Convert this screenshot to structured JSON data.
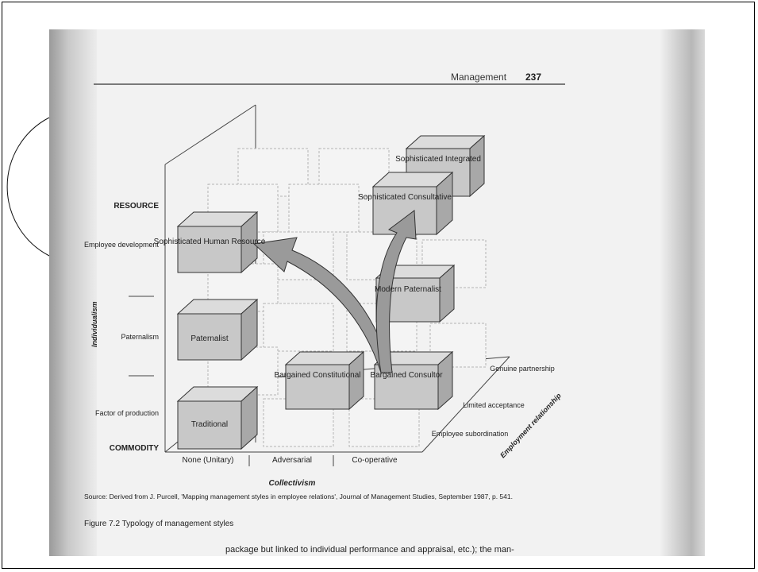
{
  "header": {
    "section": "Management",
    "page_number": "237"
  },
  "diagram": {
    "y_levels": {
      "top": "RESOURCE",
      "bottom": "COMMODITY",
      "items": [
        "Employee development",
        "Paternalism",
        "Factor of production"
      ]
    },
    "y_axis_label": "Individualism",
    "x_axis_label": "Collectivism",
    "x_categories": [
      "None (Unitary)",
      "Adversarial",
      "Co-operative"
    ],
    "depth_axis_label": "Employment relationship",
    "depth_categories": [
      "Employee subordination",
      "Limited acceptance",
      "Genuine partnership"
    ],
    "boxes": {
      "sophisticated_integrated": "Sophisticated Integrated",
      "sophisticated_consultative": "Sophisticated Consultative",
      "sophisticated_hr": "Sophisticated Human Resource",
      "modern_paternalist": "Modern Paternalist",
      "paternalist": "Paternalist",
      "bargained_constitutional": "Bargained Constitutional",
      "bargained_consultor": "Bargained Consultor",
      "traditional": "Traditional"
    }
  },
  "caption": {
    "source": "Source: Derived from J. Purcell, 'Mapping management styles in employee relations', Journal of Management Studies, September 1987, p. 541.",
    "figure": "Figure 7.2  Typology of management styles",
    "body_text": "package but linked to individual performance and appraisal, etc.); the man-"
  },
  "colors": {
    "page": "#f2f2f2",
    "box_front": "#c8c8c8",
    "box_top": "#dcdcdc",
    "box_side": "#a8a8a8",
    "ink": "#222222"
  }
}
